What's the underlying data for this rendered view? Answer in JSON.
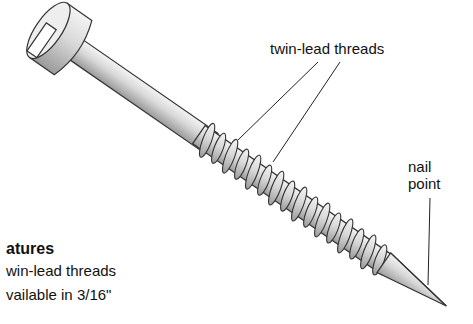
{
  "diagram": {
    "labels": [
      "twin-lead threads",
      "nail point",
      "atures",
      "win-lead threads",
      "vailable in 3/16\""
    ]
  }
}
